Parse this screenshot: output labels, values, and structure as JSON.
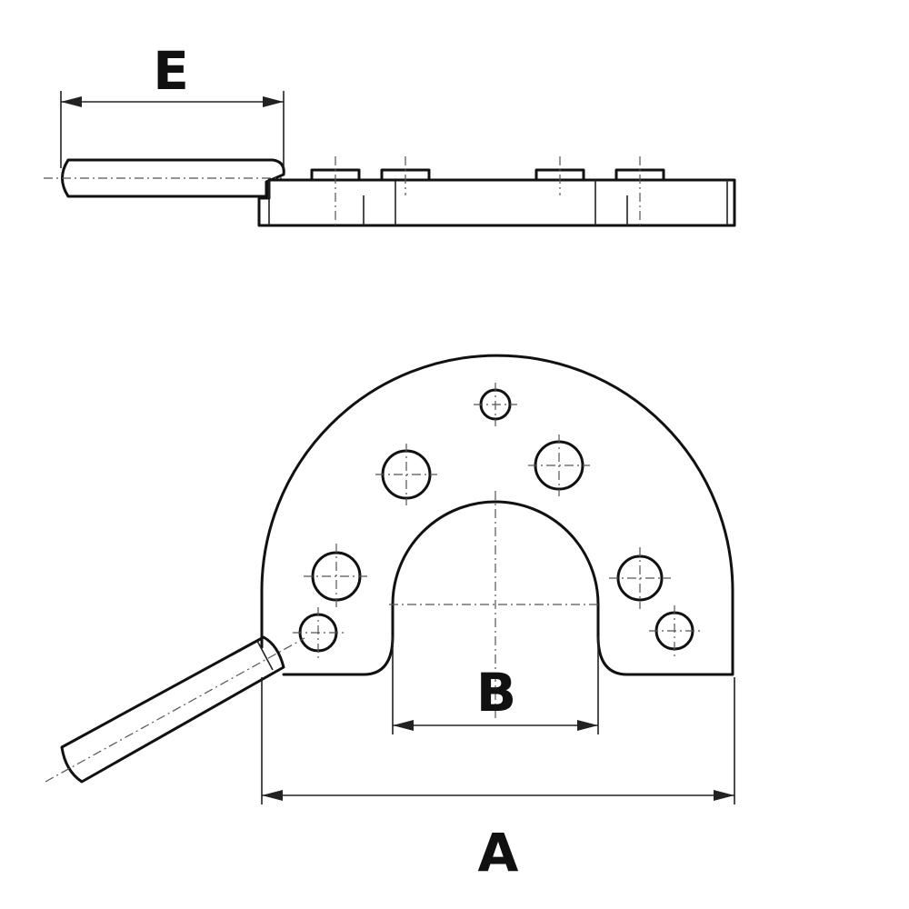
{
  "dimensions": {
    "e_label": "E",
    "b_label": "B",
    "a_label": "A"
  },
  "colors": {
    "line": "#111111",
    "background": "#ffffff"
  }
}
